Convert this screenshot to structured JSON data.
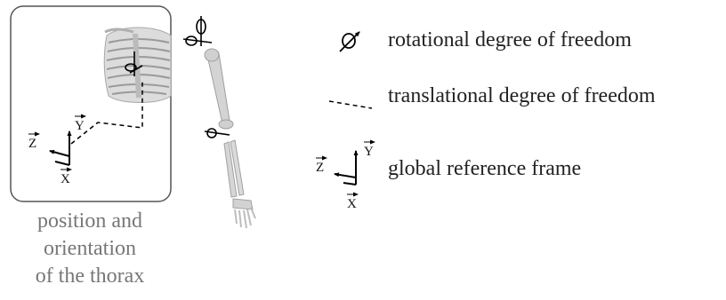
{
  "caption": {
    "line1": "position and",
    "line2": "orientation",
    "line3": "of the thorax"
  },
  "legend": {
    "rotational": "rotational degree of freedom",
    "translational": "translational degree of freedom",
    "global": "global reference frame"
  },
  "axes": {
    "x": "X",
    "y": "Y",
    "z": "Z"
  },
  "colors": {
    "bone": "#d2d2d2",
    "bone_edge": "#9a9a9a",
    "frame": "#555555",
    "caption": "#777777"
  }
}
